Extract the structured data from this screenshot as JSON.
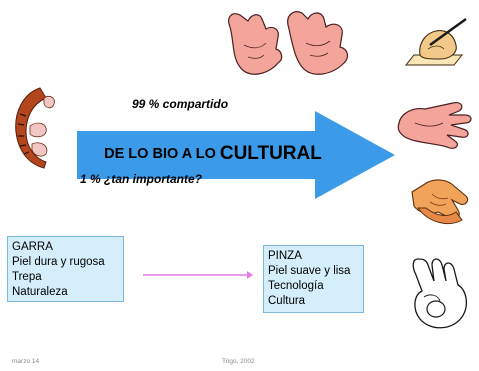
{
  "slide": {
    "shared_text": "99 % compartido",
    "arrow_text_part1": "DE LO BIO A LO",
    "arrow_text_part2": "CULTURAL",
    "important_text": "1 % ¿tan importante?",
    "left_box": [
      "GARRA",
      "Piel dura y rugosa",
      "Trepa",
      "Naturaleza"
    ],
    "right_box": [
      "PINZA",
      "Piel suave y lisa",
      "Tecnología",
      "Cultura"
    ],
    "footer_left": "marzo 14",
    "footer_right": "Trigo, 2002"
  },
  "colors": {
    "arrow": "#3b9be8",
    "box_fill": "#d4eefb",
    "box_border": "#7fb9da",
    "connector": "#e879e8",
    "claw": "#b3461d",
    "hand_skin": "#f3a59c"
  },
  "icons": [
    "claw-image",
    "open-hands-image",
    "writing-hand-image",
    "open-palm-image",
    "handshake-image",
    "ok-hand-image"
  ]
}
